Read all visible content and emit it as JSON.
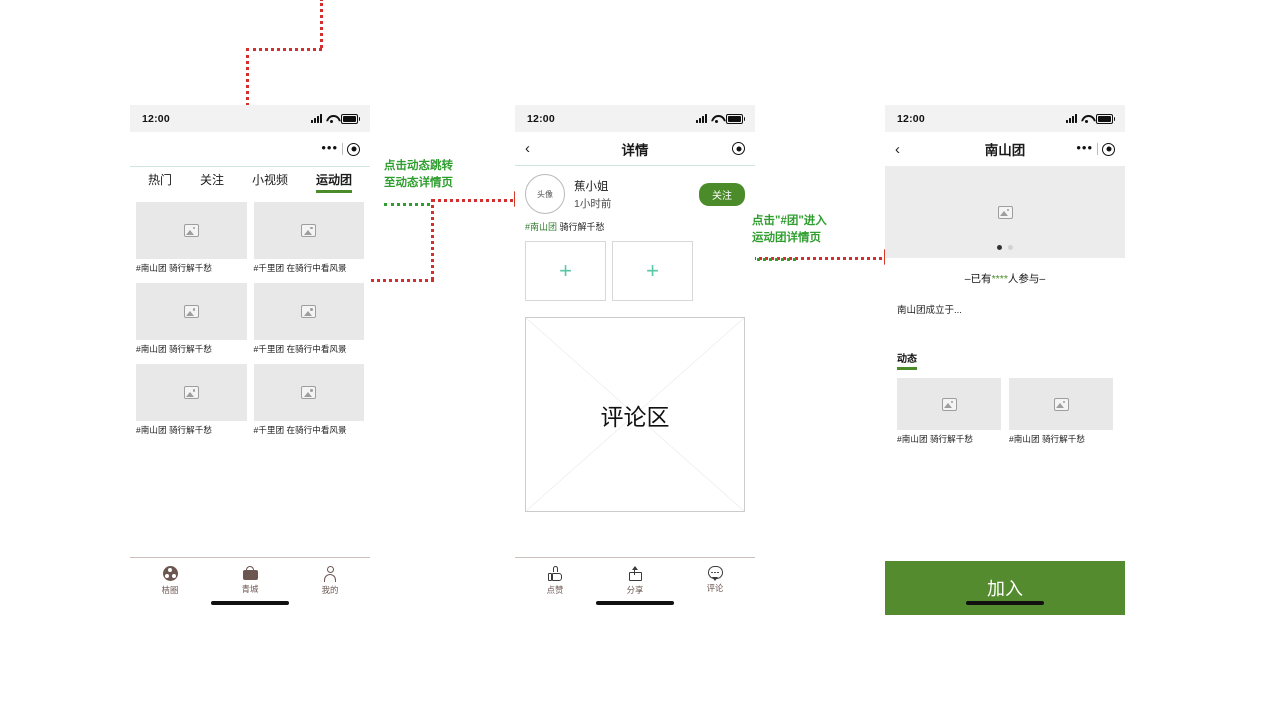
{
  "meta": {
    "accent_green": "#4b8b29",
    "annotation_green": "#2f9e2f",
    "flow_red": "#d32f2f",
    "join_green": "#558b2f"
  },
  "status_bar": {
    "time": "12:00"
  },
  "screen1": {
    "name": "feed-screen",
    "tabs": [
      {
        "label": "热门",
        "active": false
      },
      {
        "label": "关注",
        "active": false
      },
      {
        "label": "小视频",
        "active": false
      },
      {
        "label": "运动团",
        "active": true
      }
    ],
    "feed": [
      [
        {
          "caption": "#南山团 骑行解千愁"
        },
        {
          "caption": "#千里团 在骑行中看风景"
        }
      ],
      [
        {
          "caption": "#南山团 骑行解千愁"
        },
        {
          "caption": "#千里团 在骑行中看风景"
        }
      ],
      [
        {
          "caption": "#南山团 骑行解千愁"
        },
        {
          "caption": "#千里团 在骑行中看风景"
        }
      ]
    ],
    "tabbar": [
      {
        "label": "桔圈",
        "icon": "circle-dots-icon"
      },
      {
        "label": "青城",
        "icon": "bag-icon"
      },
      {
        "label": "我的",
        "icon": "person-icon"
      }
    ]
  },
  "screen2": {
    "name": "post-detail-screen",
    "title": "详情",
    "back": "‹",
    "avatar_label": "头像",
    "author_name": "蕉小姐",
    "author_time": "1小时前",
    "follow_label": "关注",
    "post_hash": "#南山团",
    "post_text": "骑行解千愁",
    "upload_plus": "+",
    "comment_label": "评论区",
    "actions": [
      {
        "label": "点赞",
        "icon": "thumb-up-icon"
      },
      {
        "label": "分享",
        "icon": "share-icon"
      },
      {
        "label": "评论",
        "icon": "comment-icon"
      }
    ]
  },
  "screen3": {
    "name": "group-detail-screen",
    "title": "南山团",
    "back": "‹",
    "participants_prefix": "–已有",
    "participants_stars": "****",
    "participants_suffix": "人参与–",
    "group_desc": "南山团成立于...",
    "section_tab": "动态",
    "cards": [
      {
        "caption": "#南山团 骑行解千愁"
      },
      {
        "caption": "#南山团 骑行解千愁"
      }
    ],
    "join_label": "加入"
  },
  "annotations": [
    {
      "text": "点击动态跳转\n至动态详情页"
    },
    {
      "text": "点击\"#团\"进入\n运动团详情页"
    }
  ]
}
